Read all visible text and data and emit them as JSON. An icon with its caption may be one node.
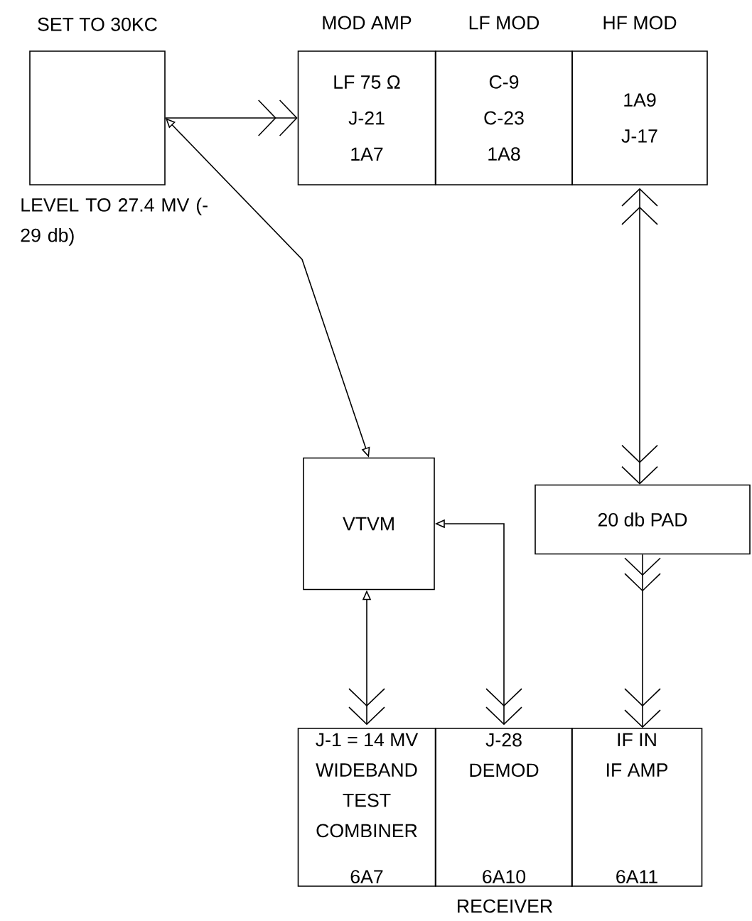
{
  "diagram": {
    "nodes": [
      {
        "text": [],
        "shape": "box",
        "beside": [
          "SET TO 30KC",
          "LEVEL TO 27.4 MV (-29 db)"
        ]
      },
      {
        "text": [
          "MOD AMP",
          "LF 75 Ω",
          "J-21",
          "1A7"
        ]
      },
      {
        "text": [
          "LF MOD",
          "C-9",
          "C-23",
          "1A8"
        ]
      },
      {
        "text": [
          "HF MOD",
          "1A9",
          "J-17"
        ]
      },
      {
        "text": [
          "VTVM"
        ]
      },
      {
        "text": [
          "20 db PAD"
        ]
      },
      {
        "text": [
          "J-1 = 14 MV",
          "WIDEBAND TEST COMBINER",
          "6A7"
        ]
      },
      {
        "text": [
          "J-28",
          "DEMOD",
          "6A10"
        ]
      },
      {
        "text": [
          "IF IN",
          "IF AMP",
          "6A11"
        ]
      }
    ],
    "edges": [
      {
        "from": 0,
        "to": 1,
        "arrow": "to"
      },
      {
        "from": 4,
        "to": 0,
        "arrow": "both"
      },
      {
        "from": 3,
        "to": 5,
        "arrow": "both"
      },
      {
        "from": 5,
        "to": 8,
        "arrow": "to"
      },
      {
        "from": 6,
        "to": 4,
        "arrow": "both"
      },
      {
        "from": 7,
        "to": 4,
        "arrow": "both"
      }
    ],
    "labels": [
      "RECEIVER"
    ]
  }
}
